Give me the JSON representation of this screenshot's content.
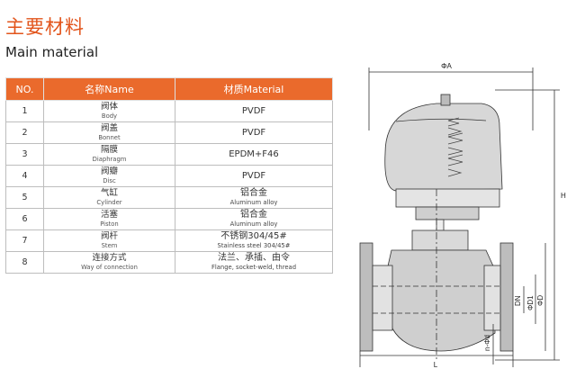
{
  "heading": {
    "cn": "主要材料",
    "en": "Main material"
  },
  "table": {
    "headers": [
      "NO.",
      "名称Name",
      "材质Material"
    ],
    "rows": [
      {
        "no": "1",
        "name_cn": "阀体",
        "name_en": "Body",
        "material": "PVDF",
        "material_en": ""
      },
      {
        "no": "2",
        "name_cn": "阀盖",
        "name_en": "Bonnet",
        "material": "PVDF",
        "material_en": ""
      },
      {
        "no": "3",
        "name_cn": "隔膜",
        "name_en": "Diaphragm",
        "material": "EPDM+F46",
        "material_en": ""
      },
      {
        "no": "4",
        "name_cn": "阀瓣",
        "name_en": "Disc",
        "material": "PVDF",
        "material_en": ""
      },
      {
        "no": "5",
        "name_cn": "气缸",
        "name_en": "Cylinder",
        "material": "铝合金",
        "material_en": "Aluminum alloy"
      },
      {
        "no": "6",
        "name_cn": "活塞",
        "name_en": "Piston",
        "material": "铝合金",
        "material_en": "Aluminum alloy"
      },
      {
        "no": "7",
        "name_cn": "阀杆",
        "name_en": "Stem",
        "material": "不锈钢304/45#",
        "material_en": "Stainless steel 304/45#"
      },
      {
        "no": "8",
        "name_cn": "连接方式",
        "name_en": "Way of connection",
        "material": "法兰、承插、由令",
        "material_en": "Flange, socket-weld, thread"
      }
    ]
  },
  "drawing": {
    "dimensions": [
      "ΦA",
      "H",
      "DN",
      "ΦD1",
      "ΦD",
      "L",
      "n-Φd"
    ]
  }
}
